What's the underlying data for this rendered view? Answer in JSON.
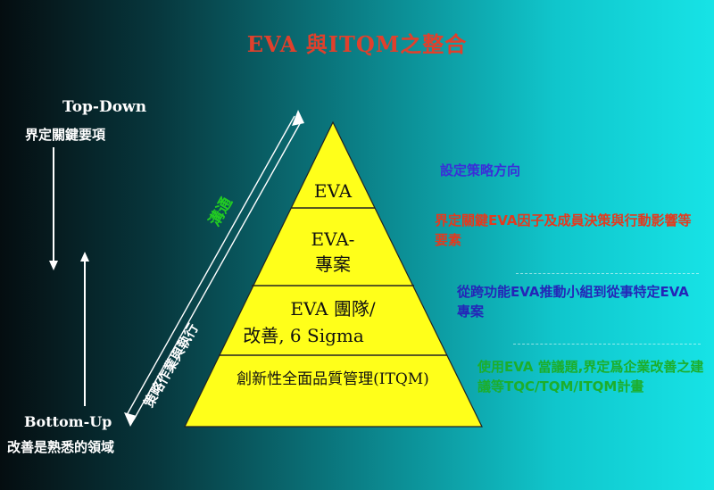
{
  "title": "EVA 與ITQM之整合",
  "top_down": {
    "title": "Top-Down",
    "desc": "界定關鍵要項"
  },
  "bottom_up": {
    "title": "Bottom-Up",
    "desc": "改善是熟悉的領域"
  },
  "diagonal": {
    "upper": "溝通",
    "lower": "策略作業與執行"
  },
  "pyramid": {
    "tiers": [
      {
        "lines": [
          "EVA"
        ]
      },
      {
        "lines": [
          "EVA-",
          "專案"
        ]
      },
      {
        "lines": [
          "EVA 團隊/",
          "改善, 6 Sigma"
        ]
      },
      {
        "lines": [
          "創新性全面品質管理(ITQM)"
        ]
      }
    ]
  },
  "descriptions": [
    {
      "text": "設定策略方向",
      "color": "#3a2fd8"
    },
    {
      "text": "界定關鍵EVA因子及成員決策與行動影響等要素",
      "color": "#e33a1e"
    },
    {
      "text": "從跨功能EVA推動小組到從事特定EVA 專案",
      "color": "#2426b8"
    },
    {
      "text": "使用EVA 當議題,界定爲企業改善之建議等TQC/TQM/ITQM計畫",
      "color": "#1cae2c"
    }
  ],
  "colors": {
    "pyramid_fill": "#ffff1a",
    "title": "#e0402c"
  }
}
